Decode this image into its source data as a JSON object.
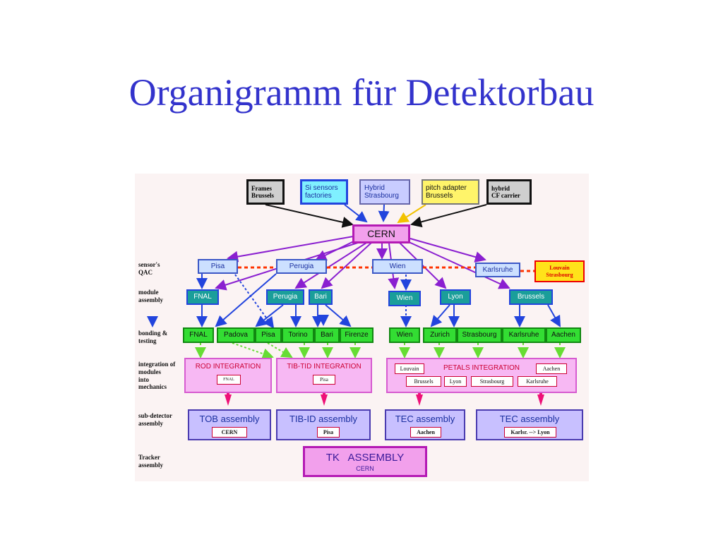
{
  "slide": {
    "title": "Organigramm für Detektorbau"
  },
  "row_labels": {
    "qac": "sensor's\nQAC",
    "module_assembly": "module\nassembly",
    "bonding": "bonding &\ntesting",
    "integration": "integration of\nmodules\ninto\nmechanics",
    "subdetector": "sub-detector\nassembly",
    "tracker": "Tracker\nassembly"
  },
  "suppliers": {
    "frames": "Frames\nBrussels",
    "si_sensors": "Si sensors\nfactories",
    "hybrid": "Hybrid\nStrasbourg",
    "pitch_adapter": "pitch adapter\nBrussels",
    "hybrid_cf": "hybrid\nCF carrier"
  },
  "center": {
    "cern": "CERN"
  },
  "qac_sites": {
    "pisa": "Pisa",
    "perugia": "Perugia",
    "wien": "Wien",
    "karlsruhe": "Karlsruhe",
    "louvain": "Louvain\nStrasbourg"
  },
  "module_sites": {
    "fnal": "FNAL",
    "perugia": "Perugia",
    "bari": "Bari",
    "wien": "Wien",
    "lyon": "Lyon",
    "brussels": "Brussels"
  },
  "bonding_sites": {
    "fnal": "FNAL",
    "padova": "Padova",
    "pisa": "Pisa",
    "torino": "Torino",
    "bari": "Bari",
    "firenze": "Firenze",
    "wien": "Wien",
    "zurich": "Zurich",
    "strasbourg": "Strasbourg",
    "karlsruhe": "Karlsruhe",
    "aachen": "Aachen"
  },
  "integration": {
    "rod": {
      "title": "ROD INTEGRATION",
      "site": "FNAL"
    },
    "tib": {
      "title": "TIB-TID INTEGRATION",
      "site": "Pisa"
    },
    "petals": {
      "title": "PETALS INTEGRATION",
      "louvain": "Louvain",
      "aachen": "Aachen",
      "brussels": "Brussels",
      "lyon": "Lyon",
      "strasbourg": "Strasbourg",
      "karlsruhe": "Karlsruhe"
    }
  },
  "subdetectors": {
    "tob": {
      "title": "TOB assembly",
      "site": "CERN"
    },
    "tib": {
      "title": "TIB-ID assembly",
      "site": "Pisa"
    },
    "tec1": {
      "title": "TEC assembly",
      "site": "Aachen"
    },
    "tec2": {
      "title": "TEC assembly",
      "site": "Karlsr. --> Lyon"
    }
  },
  "tracker": {
    "title": "TK   ASSEMBLY",
    "site": "CERN"
  },
  "colors": {
    "title": "#3333cc",
    "arrow_black": "#111111",
    "arrow_blue": "#2244dd",
    "arrow_purple": "#8a1fd0",
    "arrow_yellow": "#f2c200",
    "dashed_red": "#ff3300",
    "qac_box": "#cce0ff",
    "module_box": "#1a9e9a",
    "bonding_box": "#33dd33",
    "integration_box": "#f7b8f3",
    "subdetector_box": "#c8c0ff",
    "tracker_box": "#f2a0ec"
  }
}
